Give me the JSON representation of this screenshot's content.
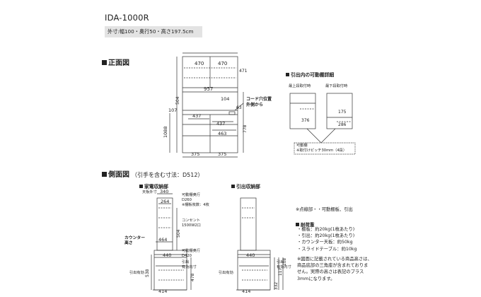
{
  "header": {
    "model": "IDA-1000R",
    "spec": "外寸:幅100・奥行50・高さ197.5cm"
  },
  "front": {
    "section_title": "正面図",
    "dims": {
      "top_left": "470",
      "top_right": "470",
      "upper_h": "471",
      "inner_w": "957",
      "mid_h": "504",
      "d104": "104",
      "d107": "107",
      "d437a": "437",
      "d437b": "437",
      "d463": "463",
      "d63": "63",
      "total_h": "1088",
      "d778": "778",
      "bot_left": "375",
      "bot_right": "375"
    },
    "cord_label_1": "コード穴位置",
    "cord_label_2": "外側から"
  },
  "detail": {
    "title": "引出内の可動棚詳細",
    "left_label": "最上段取付時",
    "right_label": "最下段取付時",
    "d376": "376",
    "d175": "175",
    "d286": "286",
    "note_1": "可動棚",
    "note_2": "※取付けピッチ30mm（4段）"
  },
  "side": {
    "section_title": "側面図",
    "section_sub": "（引手を含む寸法：D512）",
    "left_title": "家電収納部",
    "right_title": "引出収納部",
    "left": {
      "d340": "340",
      "d264": "264",
      "d504": "504",
      "d464": "464",
      "d440": "440",
      "d414": "414",
      "d538": "538",
      "d478": "478",
      "top_label": "天板外寸",
      "shelf_1": "可動棚奥行",
      "shelf_2": "D260",
      "shelf_3": "※棚板枚数：4枚",
      "outlet_1": "コンセント",
      "outlet_2": "1500W2口",
      "counter_1": "カウンター",
      "counter_2": "高さ",
      "slide_1": "可動棚奥行",
      "slide_2": "D420",
      "drawer_1": "引出",
      "drawer_2": "有効内寸",
      "bottom_label": "引出有効"
    },
    "right": {
      "d440": "440",
      "d414": "414",
      "d332": "332",
      "d117": "117",
      "d108": "108",
      "drawer_1": "引出",
      "drawer_2": "有効内寸",
      "bottom_label": "引出有効"
    }
  },
  "notes": {
    "dot_line": "※点線部・・可動棚板、引出",
    "load_title": "耐荷重",
    "load_items": [
      "・棚板：約20kg(1枚あたり)",
      "・引出：約20kg(1枚あたり)",
      "・カウンター天板：約50kg",
      "・スライドテーブル：約10kg"
    ],
    "disclaimer": [
      "※図面に記載されている商品高さは、",
      "商品底部の三角座が含まれておりま",
      "せん。実際の高さは表記のプラス",
      "3mmになります。"
    ]
  }
}
